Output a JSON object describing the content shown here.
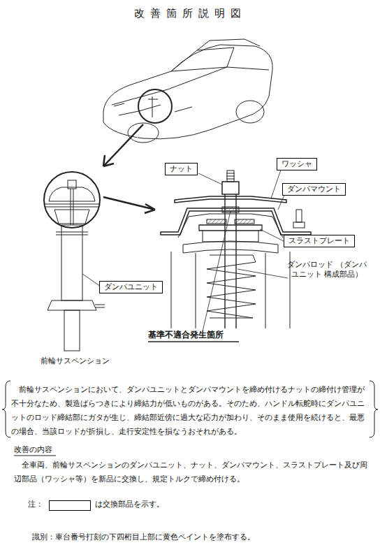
{
  "diagram": {
    "title": "改善箇所説明図",
    "nodes": [
      {
        "text": [
          "ナット"
        ]
      },
      {
        "text": [
          "ワッシャ"
        ]
      },
      {
        "text": [
          "ダンパマウント"
        ]
      },
      {
        "text": [
          "スラストプレート"
        ]
      },
      {
        "text": [
          "ダンパユニット"
        ]
      }
    ],
    "labels": [
      "ダンパロッド （ダンパユニット 構成部品）",
      "基準不適合発生箇所",
      "前輪サスペンション",
      "前輪サスペンションにおいて、ダンパユニットとダンパマウントを締め付けるナットの締付け管理が不十分なため、製造ばらつきにより締結力が低いものがある。そのため、ハンドル転舵時にダンパユニットのロッド締結部にガタが生じ、締結部近傍に過大な応力が加わり、そのまま使用を続けると、最悪の場合、当該ロッドが折損し、走行安定性を損なうおそれがある。",
      "改善の内容",
      "全車両、前輪サスペンションのダンパユニット、ナット、ダンパマウント、スラストプレート及び周辺部品（ワッシャ等）を新品に交換し、規定トルクで締め付ける。",
      "注：",
      "識別：車台番号打刻の下四桁目上部に黄色ペイントを塗布する。"
    ],
    "legend": [
      {
        "text": "は交換部品を示す。"
      }
    ]
  }
}
